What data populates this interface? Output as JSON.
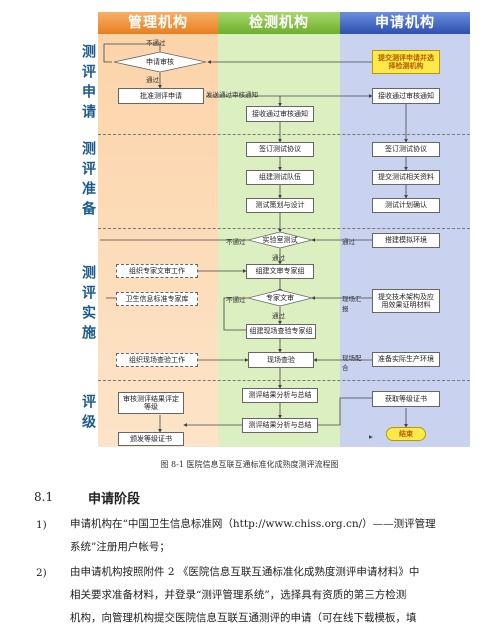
{
  "columns": {
    "management": "管理机构",
    "testing": "检测机构",
    "applicant": "申请机构"
  },
  "stages": [
    "测评申请",
    "测评准备",
    "测评实施",
    "评级"
  ],
  "nodes": {
    "submit_apply": "提交测评申请并选择检测机构",
    "review_apply": "申请审核",
    "approve_apply": "批准测评申请",
    "receive_notice_test": "接收通过审核通知",
    "receive_notice_app": "接收通过审核通知",
    "sign_test": "签订测试协议",
    "sign_app": "签订测试协议",
    "team": "组建测试队伍",
    "provide_docs": "提交测试相关资料",
    "plan": "测试策划与设计",
    "plan_confirm": "测试计划确认",
    "lab_test": "实验室测试",
    "build_env": "搭建模拟环境",
    "mgmt_expert_work": "组织专家文审工作",
    "expert_group": "组建文审专家组",
    "std_expert_db": "卫生信息标准专家库",
    "expert_review": "专家文审",
    "submit_tech": "提交技术架构及应用效果证明材料",
    "onsite_group": "组建现场查验专家组",
    "mgmt_onsite": "组织现场查验工作",
    "onsite": "现场查验",
    "prepare_env": "准备实际生产环境",
    "result_analysis": "测评结果分析与总结",
    "result_report": "测评结果分析与总结",
    "review_result": "审核测评结果评定等级",
    "issue_cert": "颁发等级证书",
    "get_cert": "获取等级证书",
    "end": "结束"
  },
  "labels": {
    "fail1": "不通过",
    "pass1": "通过",
    "send_notice": "发送通过审核通知",
    "fail2": "不通过",
    "pass2": "通过",
    "pass3": "通过",
    "fail3": "不通过",
    "pass4": "通过",
    "onsite_report": "现场汇报",
    "onsite_coop": "现场配合"
  },
  "caption": "图 8-1 医院信息互联互通标准化成熟度测评流程图",
  "section": {
    "number": "8.1",
    "title": "申请阶段"
  },
  "items": [
    {
      "num": "1)",
      "lines": [
        "申请机构在“中国卫生信息标准网（http://www.chiss.org.cn/）——测评管理",
        "系统”注册用户帐号；"
      ]
    },
    {
      "num": "2)",
      "lines": [
        "由申请机构按照附件 2 《医院信息互联互通标准化成熟度测评申请材料》中",
        "相关要求准备材料，并登录“测评管理系统”，选择具有资质的第三方检测",
        "机构，向管理机构提交医院信息互联互通测评的申请（可在线下载模板，填"
      ]
    }
  ],
  "colors": {
    "management": "#f4a25a",
    "testing": "#a8d86e",
    "applicant": "#5b7fd0",
    "stage": "#6aaed6"
  }
}
